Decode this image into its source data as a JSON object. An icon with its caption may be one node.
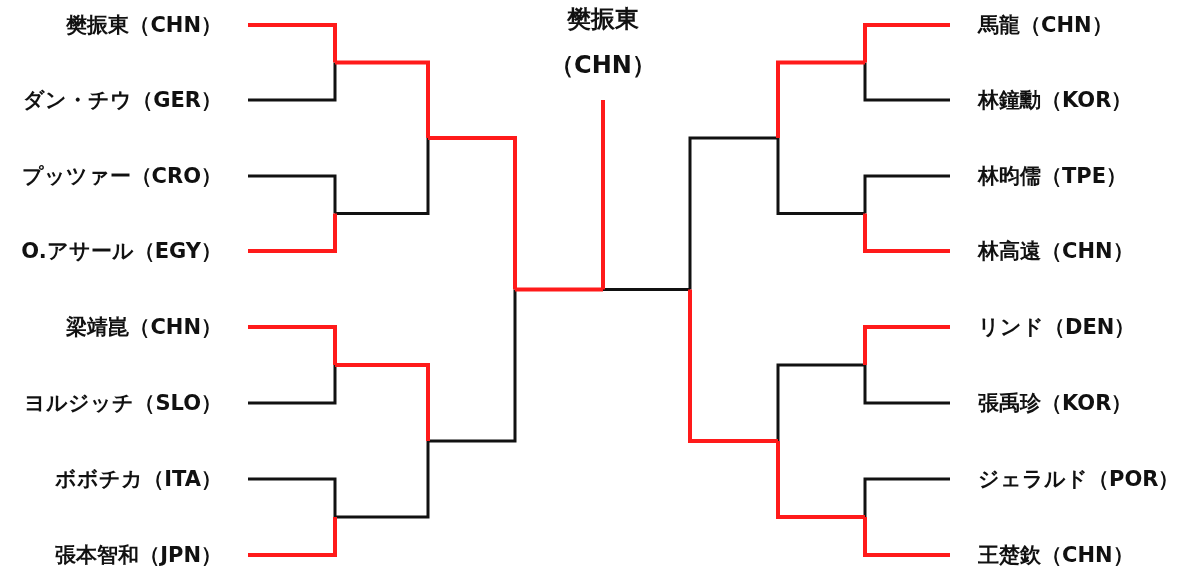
{
  "diagram": {
    "labels": [
      "樊振東（CHN）",
      "ダン・チウ（GER）",
      "プッツァー（CRO）",
      "O.アサール（EGY）",
      "梁靖崑（CHN）",
      "ヨルジッチ（SLO）",
      "ボボチカ（ITA）",
      "張本智和（JPN）",
      "樊振東（CHN）",
      "馬龍（CHN）",
      "林鐘勳（KOR）",
      "林昀儒（TPE）",
      "林高遠（CHN）",
      "リンド（DEN）",
      "張禹珍（KOR）",
      "ジェラルド（POR）",
      "王楚欽（CHN）"
    ]
  }
}
